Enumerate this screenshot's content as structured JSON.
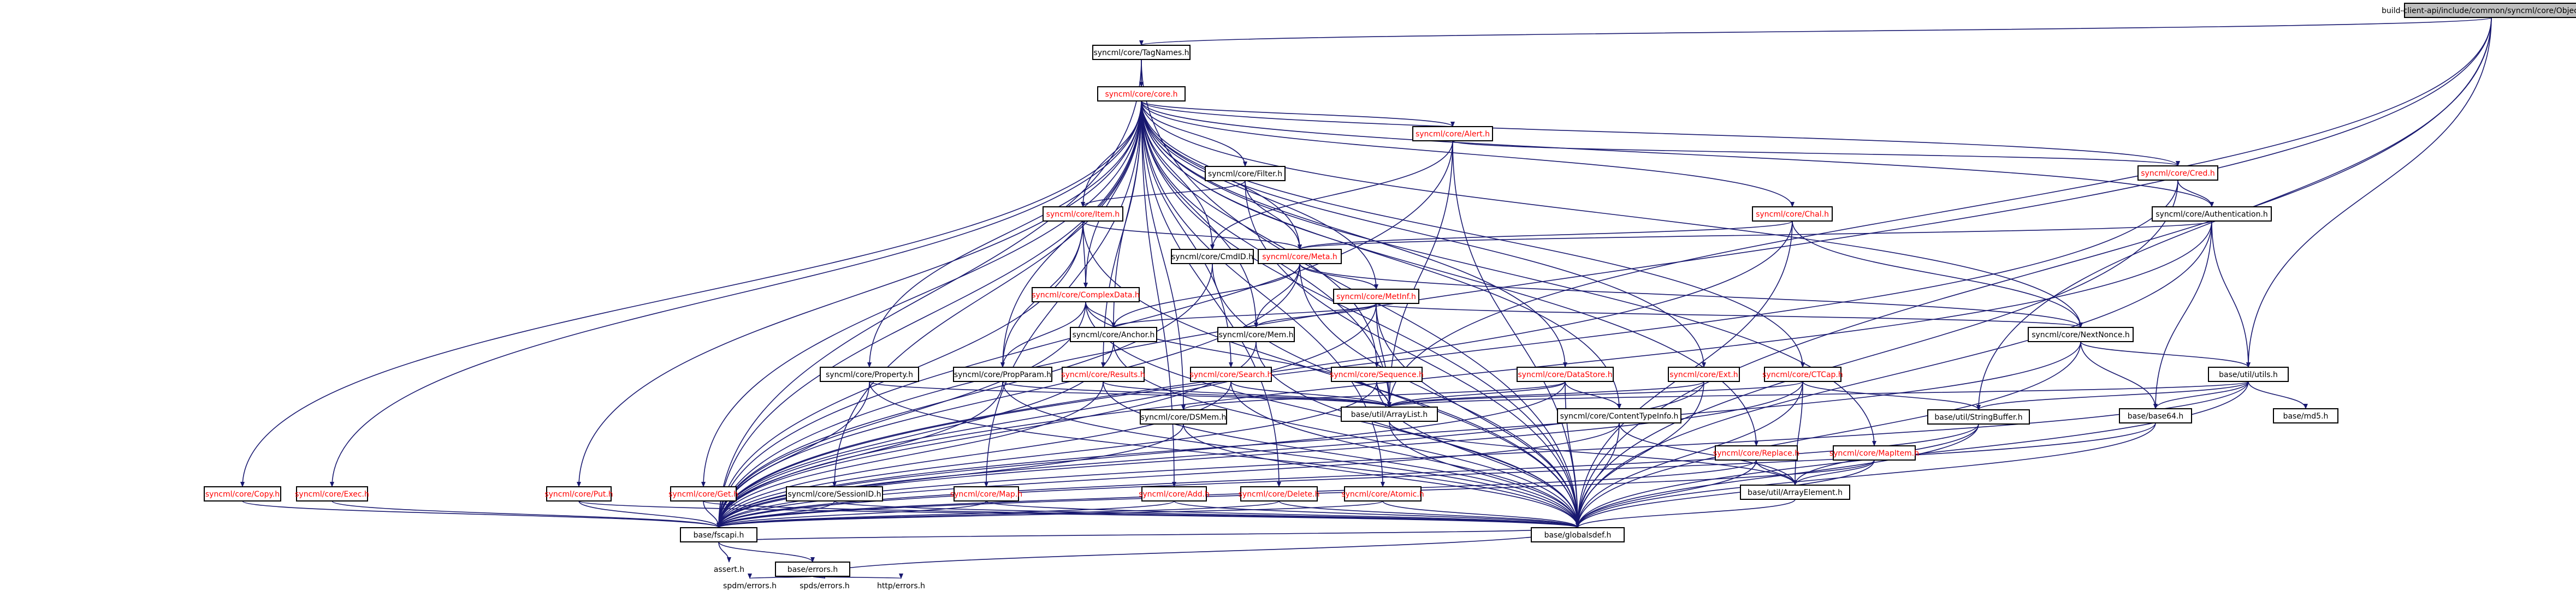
{
  "diagram": {
    "type": "include-dependency-graph",
    "colors": {
      "edge": "#191970",
      "node_border": "#000000",
      "node_fill": "#ffffff",
      "root_fill": "#bfbfbf",
      "text_normal": "#000000",
      "text_red": "#ff0000"
    },
    "nodes": [
      {
        "id": "root",
        "label": "build-client-api/include/common/syncml/core/ObjectDel.h",
        "kind": "root"
      },
      {
        "id": "tagnames",
        "label": "syncml/core/TagNames.h",
        "kind": "normal"
      },
      {
        "id": "core",
        "label": "syncml/core/core.h",
        "kind": "red"
      },
      {
        "id": "alert",
        "label": "syncml/core/Alert.h",
        "kind": "red"
      },
      {
        "id": "cred",
        "label": "syncml/core/Cred.h",
        "kind": "red"
      },
      {
        "id": "filter",
        "label": "syncml/core/Filter.h",
        "kind": "normal"
      },
      {
        "id": "item",
        "label": "syncml/core/Item.h",
        "kind": "red"
      },
      {
        "id": "auth",
        "label": "syncml/core/Authentication.h",
        "kind": "normal"
      },
      {
        "id": "chal",
        "label": "syncml/core/Chal.h",
        "kind": "red"
      },
      {
        "id": "cmdid",
        "label": "syncml/core/CmdID.h",
        "kind": "normal"
      },
      {
        "id": "meta",
        "label": "syncml/core/Meta.h",
        "kind": "red"
      },
      {
        "id": "complexdata",
        "label": "syncml/core/ComplexData.h",
        "kind": "red"
      },
      {
        "id": "metinf",
        "label": "syncml/core/MetInf.h",
        "kind": "red"
      },
      {
        "id": "anchor",
        "label": "syncml/core/Anchor.h",
        "kind": "normal"
      },
      {
        "id": "mem",
        "label": "syncml/core/Mem.h",
        "kind": "normal"
      },
      {
        "id": "nextnonce",
        "label": "syncml/core/NextNonce.h",
        "kind": "normal"
      },
      {
        "id": "property",
        "label": "syncml/core/Property.h",
        "kind": "normal"
      },
      {
        "id": "propparam",
        "label": "syncml/core/PropParam.h",
        "kind": "normal"
      },
      {
        "id": "results",
        "label": "syncml/core/Results.h",
        "kind": "red"
      },
      {
        "id": "search",
        "label": "syncml/core/Search.h",
        "kind": "red"
      },
      {
        "id": "sequence",
        "label": "syncml/core/Sequence.h",
        "kind": "red"
      },
      {
        "id": "datastore",
        "label": "syncml/core/DataStore.h",
        "kind": "red"
      },
      {
        "id": "ext",
        "label": "syncml/core/Ext.h",
        "kind": "red"
      },
      {
        "id": "ctcap",
        "label": "syncml/core/CTCap.h",
        "kind": "red"
      },
      {
        "id": "base64u",
        "label": "base/util/utils.h",
        "kind": "normal"
      },
      {
        "id": "arraylist",
        "label": "base/util/ArrayList.h",
        "kind": "normal"
      },
      {
        "id": "dsmem",
        "label": "syncml/core/DSMem.h",
        "kind": "normal"
      },
      {
        "id": "contenttypeinfo",
        "label": "syncml/core/ContentTypeInfo.h",
        "kind": "normal"
      },
      {
        "id": "stringbuffer",
        "label": "base/util/StringBuffer.h",
        "kind": "normal"
      },
      {
        "id": "base64",
        "label": "base/base64.h",
        "kind": "normal"
      },
      {
        "id": "md5",
        "label": "base/md5.h",
        "kind": "normal"
      },
      {
        "id": "replace",
        "label": "syncml/core/Replace.h",
        "kind": "red"
      },
      {
        "id": "mapitem",
        "label": "syncml/core/MapItem.h",
        "kind": "red"
      },
      {
        "id": "arrayelement",
        "label": "base/util/ArrayElement.h",
        "kind": "normal"
      },
      {
        "id": "copy",
        "label": "syncml/core/Copy.h",
        "kind": "red"
      },
      {
        "id": "exec",
        "label": "syncml/core/Exec.h",
        "kind": "red"
      },
      {
        "id": "put",
        "label": "syncml/core/Put.h",
        "kind": "red"
      },
      {
        "id": "get",
        "label": "syncml/core/Get.h",
        "kind": "red"
      },
      {
        "id": "sessionid",
        "label": "syncml/core/SessionID.h",
        "kind": "normal"
      },
      {
        "id": "map",
        "label": "syncml/core/Map.h",
        "kind": "red"
      },
      {
        "id": "add",
        "label": "syncml/core/Add.h",
        "kind": "red"
      },
      {
        "id": "delete",
        "label": "syncml/core/Delete.h",
        "kind": "red"
      },
      {
        "id": "atomic",
        "label": "syncml/core/Atomic.h",
        "kind": "red"
      },
      {
        "id": "fscapi",
        "label": "base/fscapi.h",
        "kind": "normal"
      },
      {
        "id": "globaldef",
        "label": "base/globalsdef.h",
        "kind": "normal"
      },
      {
        "id": "assert",
        "label": "assert.h",
        "kind": "leaf"
      },
      {
        "id": "errors",
        "label": "base/errors.h",
        "kind": "normal"
      },
      {
        "id": "spdmerrors",
        "label": "spdm/errors.h",
        "kind": "leaf"
      },
      {
        "id": "spdserrors",
        "label": "spds/errors.h",
        "kind": "leaf"
      },
      {
        "id": "httperrors",
        "label": "http/errors.h",
        "kind": "leaf"
      }
    ],
    "edges": [
      [
        "root",
        "tagnames"
      ],
      [
        "root",
        "fscapi"
      ],
      [
        "root",
        "base64u"
      ],
      [
        "root",
        "arraylist"
      ],
      [
        "root",
        "stringbuffer"
      ],
      [
        "root",
        "globaldef"
      ],
      [
        "tagnames",
        "core"
      ],
      [
        "tagnames",
        "fscapi"
      ],
      [
        "tagnames",
        "globaldef"
      ],
      [
        "core",
        "alert"
      ],
      [
        "core",
        "cred"
      ],
      [
        "core",
        "filter"
      ],
      [
        "core",
        "item"
      ],
      [
        "core",
        "auth"
      ],
      [
        "core",
        "chal"
      ],
      [
        "core",
        "cmdid"
      ],
      [
        "core",
        "meta"
      ],
      [
        "core",
        "complexdata"
      ],
      [
        "core",
        "metinf"
      ],
      [
        "core",
        "anchor"
      ],
      [
        "core",
        "mem"
      ],
      [
        "core",
        "nextnonce"
      ],
      [
        "core",
        "property"
      ],
      [
        "core",
        "propparam"
      ],
      [
        "core",
        "results"
      ],
      [
        "core",
        "search"
      ],
      [
        "core",
        "sequence"
      ],
      [
        "core",
        "datastore"
      ],
      [
        "core",
        "ext"
      ],
      [
        "core",
        "ctcap"
      ],
      [
        "core",
        "arraylist"
      ],
      [
        "core",
        "dsmem"
      ],
      [
        "core",
        "contenttypeinfo"
      ],
      [
        "core",
        "replace"
      ],
      [
        "core",
        "mapitem"
      ],
      [
        "core",
        "copy"
      ],
      [
        "core",
        "exec"
      ],
      [
        "core",
        "put"
      ],
      [
        "core",
        "get"
      ],
      [
        "core",
        "sessionid"
      ],
      [
        "core",
        "map"
      ],
      [
        "core",
        "add"
      ],
      [
        "core",
        "delete"
      ],
      [
        "core",
        "atomic"
      ],
      [
        "core",
        "fscapi"
      ],
      [
        "core",
        "globaldef"
      ],
      [
        "alert",
        "cred"
      ],
      [
        "alert",
        "cmdid"
      ],
      [
        "alert",
        "arraylist"
      ],
      [
        "alert",
        "fscapi"
      ],
      [
        "alert",
        "globaldef"
      ],
      [
        "cred",
        "auth"
      ],
      [
        "cred",
        "fscapi"
      ],
      [
        "cred",
        "globaldef"
      ],
      [
        "filter",
        "item"
      ],
      [
        "filter",
        "meta"
      ],
      [
        "filter",
        "globaldef"
      ],
      [
        "item",
        "meta"
      ],
      [
        "item",
        "complexdata"
      ],
      [
        "item",
        "propparam"
      ],
      [
        "item",
        "fscapi"
      ],
      [
        "item",
        "globaldef"
      ],
      [
        "auth",
        "meta"
      ],
      [
        "auth",
        "base64u"
      ],
      [
        "auth",
        "base64"
      ],
      [
        "auth",
        "fscapi"
      ],
      [
        "auth",
        "globaldef"
      ],
      [
        "chal",
        "meta"
      ],
      [
        "chal",
        "nextnonce"
      ],
      [
        "chal",
        "fscapi"
      ],
      [
        "chal",
        "globaldef"
      ],
      [
        "cmdid",
        "fscapi"
      ],
      [
        "cmdid",
        "globaldef"
      ],
      [
        "meta",
        "metinf"
      ],
      [
        "meta",
        "anchor"
      ],
      [
        "meta",
        "mem"
      ],
      [
        "meta",
        "nextnonce"
      ],
      [
        "meta",
        "fscapi"
      ],
      [
        "meta",
        "globaldef"
      ],
      [
        "complexdata",
        "anchor"
      ],
      [
        "complexdata",
        "propparam"
      ],
      [
        "complexdata",
        "arraylist"
      ],
      [
        "complexdata",
        "fscapi"
      ],
      [
        "complexdata",
        "globaldef"
      ],
      [
        "metinf",
        "anchor"
      ],
      [
        "metinf",
        "mem"
      ],
      [
        "metinf",
        "nextnonce"
      ],
      [
        "metinf",
        "arraylist"
      ],
      [
        "metinf",
        "fscapi"
      ],
      [
        "metinf",
        "globaldef"
      ],
      [
        "anchor",
        "fscapi"
      ],
      [
        "anchor",
        "globaldef"
      ],
      [
        "mem",
        "fscapi"
      ],
      [
        "mem",
        "globaldef"
      ],
      [
        "nextnonce",
        "base64u"
      ],
      [
        "nextnonce",
        "base64"
      ],
      [
        "nextnonce",
        "fscapi"
      ],
      [
        "nextnonce",
        "globaldef"
      ],
      [
        "property",
        "arraylist"
      ],
      [
        "property",
        "fscapi"
      ],
      [
        "property",
        "globaldef"
      ],
      [
        "propparam",
        "arraylist"
      ],
      [
        "propparam",
        "fscapi"
      ],
      [
        "propparam",
        "globaldef"
      ],
      [
        "results",
        "arraylist"
      ],
      [
        "results",
        "fscapi"
      ],
      [
        "results",
        "globaldef"
      ],
      [
        "search",
        "arraylist"
      ],
      [
        "search",
        "fscapi"
      ],
      [
        "search",
        "globaldef"
      ],
      [
        "sequence",
        "arraylist"
      ],
      [
        "sequence",
        "fscapi"
      ],
      [
        "sequence",
        "globaldef"
      ],
      [
        "datastore",
        "dsmem"
      ],
      [
        "datastore",
        "contenttypeinfo"
      ],
      [
        "datastore",
        "arraylist"
      ],
      [
        "datastore",
        "fscapi"
      ],
      [
        "datastore",
        "globaldef"
      ],
      [
        "ext",
        "arraylist"
      ],
      [
        "ext",
        "fscapi"
      ],
      [
        "ext",
        "globaldef"
      ],
      [
        "ctcap",
        "arraylist"
      ],
      [
        "ctcap",
        "stringbuffer"
      ],
      [
        "ctcap",
        "arrayelement"
      ],
      [
        "ctcap",
        "fscapi"
      ],
      [
        "ctcap",
        "globaldef"
      ],
      [
        "base64u",
        "arraylist"
      ],
      [
        "base64u",
        "stringbuffer"
      ],
      [
        "base64u",
        "base64"
      ],
      [
        "base64u",
        "md5"
      ],
      [
        "base64u",
        "fscapi"
      ],
      [
        "base64u",
        "globaldef"
      ],
      [
        "arraylist",
        "arrayelement"
      ],
      [
        "arraylist",
        "globaldef"
      ],
      [
        "dsmem",
        "fscapi"
      ],
      [
        "dsmem",
        "globaldef"
      ],
      [
        "contenttypeinfo",
        "arrayelement"
      ],
      [
        "contenttypeinfo",
        "fscapi"
      ],
      [
        "contenttypeinfo",
        "globaldef"
      ],
      [
        "stringbuffer",
        "arrayelement"
      ],
      [
        "stringbuffer",
        "fscapi"
      ],
      [
        "stringbuffer",
        "globaldef"
      ],
      [
        "base64",
        "fscapi"
      ],
      [
        "base64",
        "globaldef"
      ],
      [
        "replace",
        "arrayelement"
      ],
      [
        "replace",
        "fscapi"
      ],
      [
        "replace",
        "globaldef"
      ],
      [
        "mapitem",
        "arrayelement"
      ],
      [
        "mapitem",
        "fscapi"
      ],
      [
        "mapitem",
        "globaldef"
      ],
      [
        "arrayelement",
        "globaldef"
      ],
      [
        "copy",
        "fscapi"
      ],
      [
        "exec",
        "fscapi"
      ],
      [
        "put",
        "fscapi"
      ],
      [
        "put",
        "globaldef"
      ],
      [
        "get",
        "fscapi"
      ],
      [
        "get",
        "globaldef"
      ],
      [
        "sessionid",
        "fscapi"
      ],
      [
        "sessionid",
        "globaldef"
      ],
      [
        "map",
        "fscapi"
      ],
      [
        "map",
        "globaldef"
      ],
      [
        "add",
        "fscapi"
      ],
      [
        "add",
        "globaldef"
      ],
      [
        "delete",
        "fscapi"
      ],
      [
        "delete",
        "globaldef"
      ],
      [
        "atomic",
        "fscapi"
      ],
      [
        "atomic",
        "globaldef"
      ],
      [
        "fscapi",
        "assert"
      ],
      [
        "fscapi",
        "errors"
      ],
      [
        "fscapi",
        "globaldef"
      ],
      [
        "errors",
        "spdmerrors"
      ],
      [
        "errors",
        "spdserrors"
      ],
      [
        "errors",
        "httperrors"
      ],
      [
        "errors",
        "globaldef"
      ]
    ]
  }
}
